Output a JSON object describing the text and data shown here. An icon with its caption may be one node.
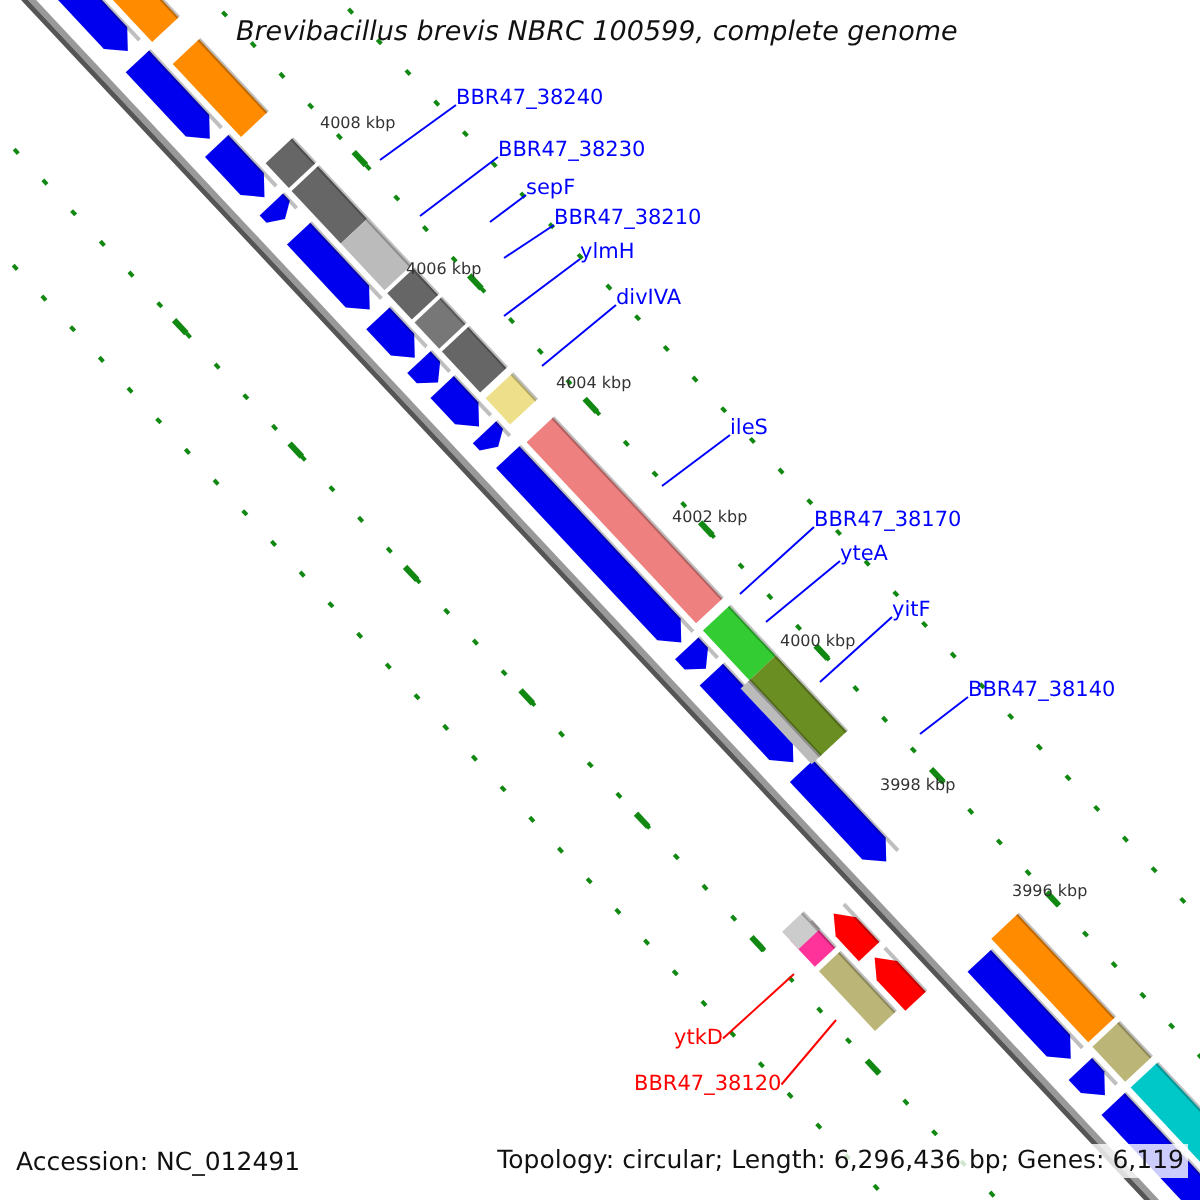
{
  "diagram": {
    "title": "Brevibacillus brevis NBRC 100599, complete genome",
    "nodes": [
      {
        "text": [
          "BBR47_38240"
        ]
      },
      {
        "text": [
          "BBR47_38230"
        ]
      },
      {
        "text": [
          "sepF"
        ]
      },
      {
        "text": [
          "BBR47_38210"
        ]
      },
      {
        "text": [
          "ylmH"
        ]
      },
      {
        "text": [
          "divIVA"
        ]
      },
      {
        "text": [
          "ileS"
        ]
      },
      {
        "text": [
          "BBR47_38170"
        ]
      },
      {
        "text": [
          "yteA"
        ]
      },
      {
        "text": [
          "yitF"
        ]
      },
      {
        "text": [
          "BBR47_38140"
        ]
      },
      {
        "text": [
          "ytkD"
        ]
      },
      {
        "text": [
          "BBR47_38120"
        ]
      }
    ],
    "edges": [
      {
        "from": 0,
        "to": null,
        "arrow": "none"
      },
      {
        "from": 1,
        "to": null,
        "arrow": "none"
      },
      {
        "from": 2,
        "to": null,
        "arrow": "none"
      },
      {
        "from": 3,
        "to": null,
        "arrow": "none"
      },
      {
        "from": 4,
        "to": null,
        "arrow": "none"
      },
      {
        "from": 5,
        "to": null,
        "arrow": "none"
      },
      {
        "from": 6,
        "to": null,
        "arrow": "none"
      },
      {
        "from": 7,
        "to": null,
        "arrow": "none"
      },
      {
        "from": 8,
        "to": null,
        "arrow": "none"
      },
      {
        "from": 9,
        "to": null,
        "arrow": "none"
      },
      {
        "from": 10,
        "to": null,
        "arrow": "none"
      },
      {
        "from": 11,
        "to": null,
        "arrow": "none",
        "color": "#ff0000"
      },
      {
        "from": 12,
        "to": null,
        "arrow": "none",
        "color": "#ff0000"
      }
    ],
    "labels": [
      "4008 kbp",
      "4006 kbp",
      "4004 kbp",
      "4002 kbp",
      "4000 kbp",
      "3998 kbp",
      "3996 kbp",
      "Accession: NC_012491",
      "Topology: circular; Length: 6,296,436 bp; Genes: 6,119"
    ]
  }
}
